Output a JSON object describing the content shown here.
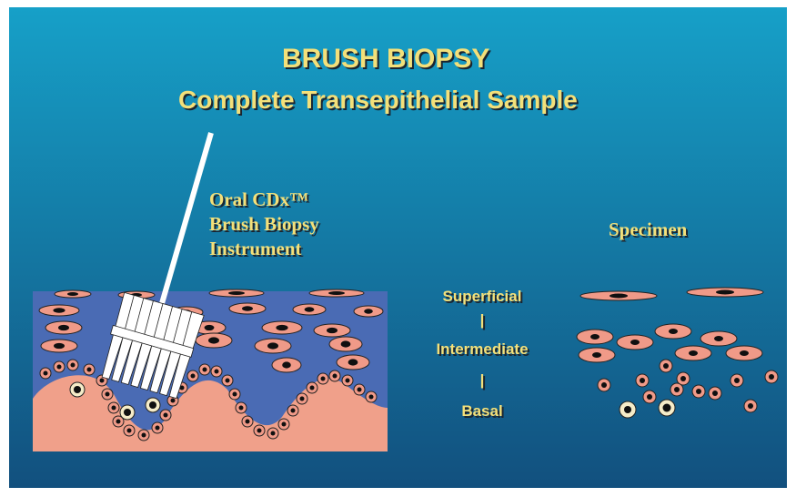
{
  "title": "BRUSH BIOPSY",
  "subtitle": "Complete Transepithelial Sample",
  "instrument_label": [
    "Oral CDx™",
    "Brush Biopsy",
    "Instrument"
  ],
  "specimen_label": "Specimen",
  "layers": {
    "superficial": "Superficial",
    "divider1": "|",
    "intermediate": "Intermediate",
    "divider2": "|",
    "basal": "Basal"
  },
  "colors": {
    "background_top": "#16a0c8",
    "background_bottom": "#12507e",
    "text": "#f3e07a",
    "epithelium": "#4a6bb4",
    "stroma": "#f0a08a",
    "cell": "#f09a88",
    "nucleus": "#101010"
  }
}
